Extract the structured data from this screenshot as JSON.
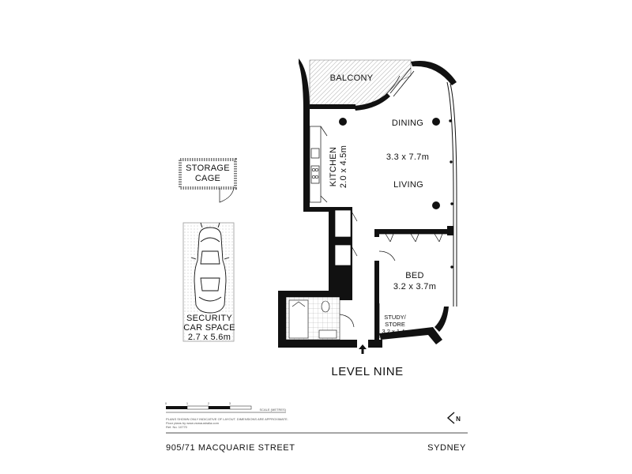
{
  "rooms": {
    "balcony": "BALCONY",
    "dining": "DINING",
    "living_dims": "3.3 x 7.7m",
    "living": "LIVING",
    "kitchen": "KITCHEN",
    "kitchen_dims": "2.0 x 4.5m",
    "bed": "BED",
    "bed_dims": "3.2 x 3.7m",
    "study_line1": "STUDY/",
    "study_line2": "STORE",
    "study_dims": "3.2 x 1.4m",
    "storage_line1": "STORAGE",
    "storage_line2": "CAGE",
    "car_line1": "SECURITY",
    "car_line2": "CAR SPACE",
    "car_dims": "2.7 x 5.6m"
  },
  "level": "LEVEL NINE",
  "scale": {
    "ticks": [
      "0",
      "1",
      "2",
      "3"
    ],
    "label": "SCALE (METRES)"
  },
  "disclaimer": {
    "line1": "PLANS SHOWN ONLY INDICATIVE OF LAYOUT.  DIMENSIONS ARE APPROXIMATE.",
    "line2": "Floor plans by www.vsmaustralia.com",
    "line3": "Ref. No. 10770"
  },
  "north_symbol": "N",
  "address": "905/71 MACQUARIE STREET",
  "city": "SYDNEY"
}
